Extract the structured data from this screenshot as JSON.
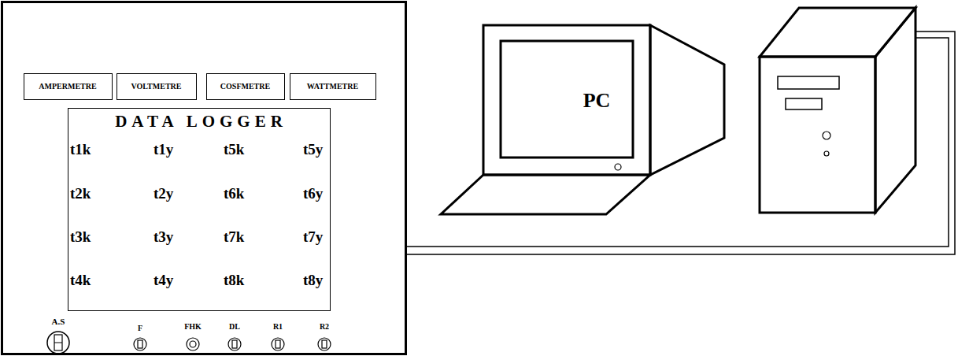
{
  "diagram": {
    "nodes": [
      {
        "text": [
          "AMPERMETRE"
        ]
      },
      {
        "text": [
          "VOLTMETRE"
        ]
      },
      {
        "text": [
          "COSFMETRE"
        ]
      },
      {
        "text": [
          "WATTMETRE"
        ]
      },
      {
        "text": [
          "DATA LOGGER",
          "t1k",
          "t1y",
          "t5k",
          "t5y",
          "t2k",
          "t2y",
          "t6k",
          "t6y",
          "t3k",
          "t3y",
          "t7k",
          "t7y",
          "t4k",
          "t4y",
          "t8k",
          "t8y"
        ]
      },
      {
        "text": [
          "PC"
        ]
      }
    ],
    "labels": [
      "A.S",
      "F",
      "FHK",
      "DL",
      "R1",
      "R2"
    ]
  }
}
